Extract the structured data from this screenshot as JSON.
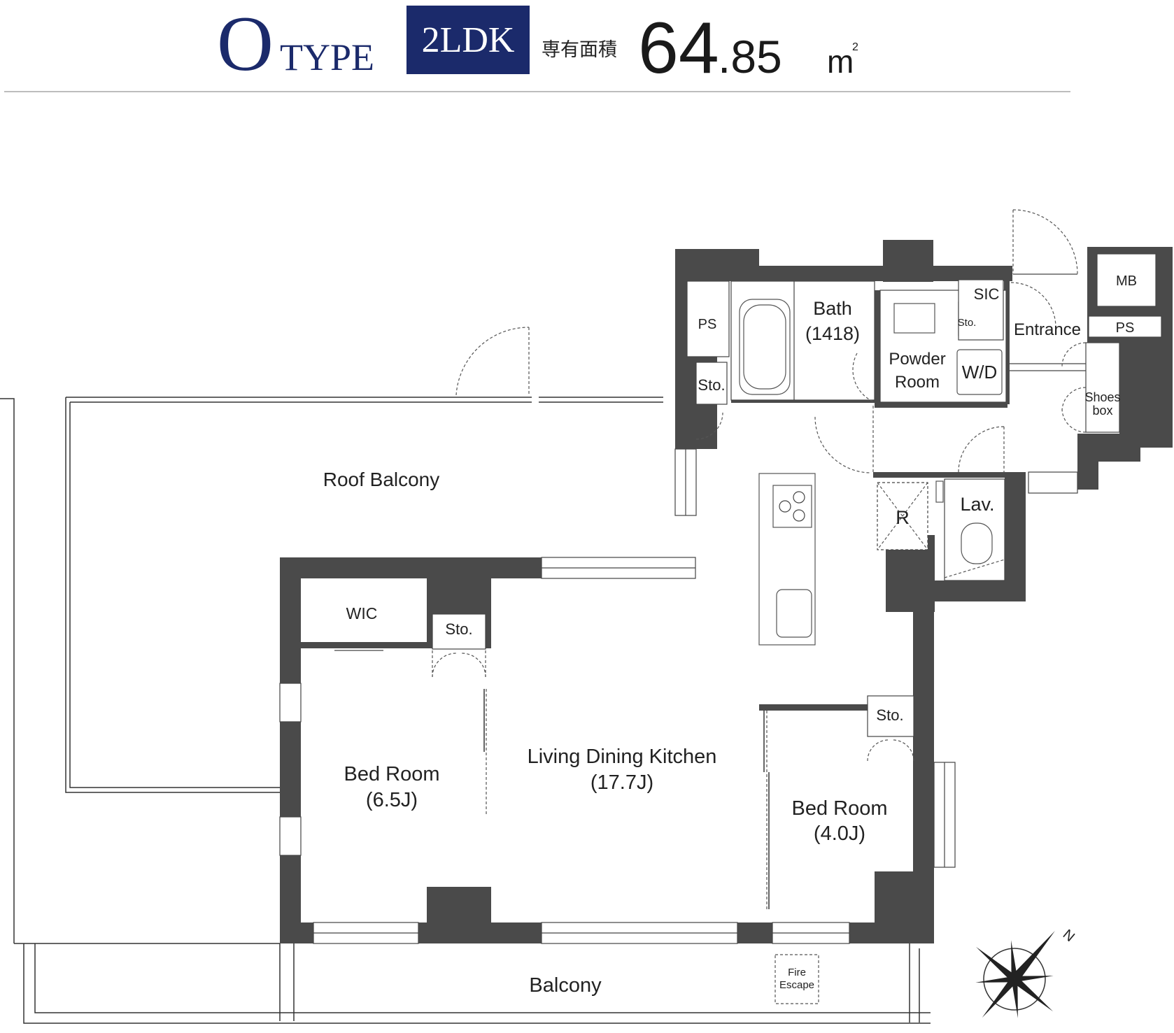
{
  "header": {
    "type_letter": "O",
    "type_word": "TYPE",
    "layout_badge": "2LDK",
    "area_label": "専有面積",
    "area_integer": "64",
    "area_decimal": ".85",
    "area_unit": "m",
    "area_unit_sup": "2",
    "accent_color": "#1b2a6b"
  },
  "rooms": {
    "roof_balcony": "Roof Balcony",
    "balcony": "Balcony",
    "ldk_name": "Living Dining Kitchen",
    "ldk_size": "(17.7J)",
    "bed1_name": "Bed Room",
    "bed1_size": "(6.5J)",
    "bed2_name": "Bed Room",
    "bed2_size": "(4.0J)",
    "wic": "WIC",
    "sto_a": "Sto.",
    "sto_b": "Sto.",
    "sto_c": "Sto.",
    "sto_d": "Sto.",
    "ps_a": "PS",
    "ps_b": "PS",
    "bath_name": "Bath",
    "bath_size": "(1418)",
    "powder_1": "Powder",
    "powder_2": "Room",
    "wd": "W/D",
    "sic": "SIC",
    "entrance": "Entrance",
    "mb": "MB",
    "shoes_1": "Shoes",
    "shoes_2": "box",
    "r": "R",
    "lav": "Lav.",
    "fire_1": "Fire",
    "fire_2": "Escape"
  },
  "compass": {
    "north_label": "N",
    "icon": "compass-rose-icon"
  }
}
